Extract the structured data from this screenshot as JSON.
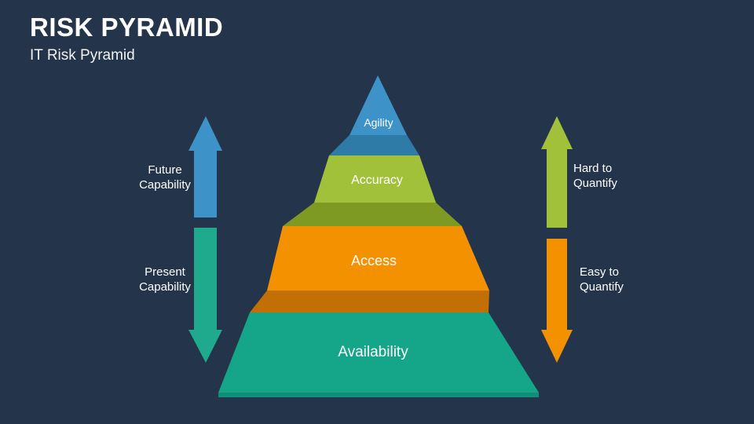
{
  "slide": {
    "title": "RISK PYRAMID",
    "subtitle": "IT Risk Pyramid",
    "background_color": "#23344b"
  },
  "pyramid": {
    "tiers": [
      {
        "label": "Agility",
        "color": "#3d92c7",
        "side_color": "#2f7ba8",
        "level": 1
      },
      {
        "label": "Accuracy",
        "color": "#a2c13a",
        "side_color": "#7f9a23",
        "level": 2
      },
      {
        "label": "Access",
        "color": "#f39100",
        "side_color": "#c26f06",
        "level": 3
      },
      {
        "label": "Availability",
        "color": "#15a589",
        "side_color": "#0f7f6a",
        "level": 4
      }
    ]
  },
  "left_axis": {
    "arrows": [
      {
        "label": "Future\nCapability",
        "label_line1": "Future",
        "label_line2": "Capability",
        "color": "#3d92c7",
        "direction": "up"
      },
      {
        "label": "Present\nCapability",
        "label_line1": "Present",
        "label_line2": "Capability",
        "color": "#15a589",
        "direction": "down"
      }
    ]
  },
  "right_axis": {
    "arrows": [
      {
        "label_line1": "Hard to",
        "label_line2": "Quantify",
        "color": "#a2c13a",
        "direction": "up"
      },
      {
        "label_line1": "Easy to",
        "label_line2": "Quantify",
        "color": "#f39100",
        "direction": "down"
      }
    ]
  }
}
